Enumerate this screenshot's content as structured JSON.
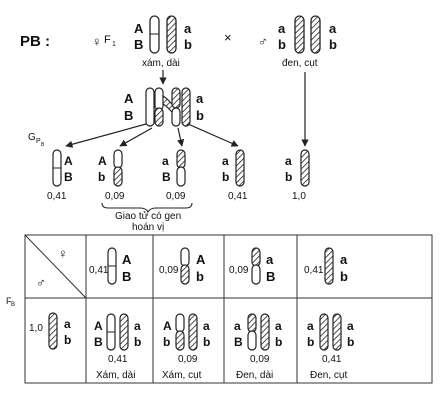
{
  "cross": {
    "label": "PB :",
    "female_symbol": "♀",
    "f1_label": "F",
    "f1_sub": "1",
    "cross_sign": "×",
    "male_symbol": "♂",
    "female_alleles_left": [
      "A",
      "B"
    ],
    "female_alleles_right": [
      "a",
      "b"
    ],
    "male_alleles_left": [
      "a",
      "b"
    ],
    "male_alleles_right": [
      "a",
      "b"
    ],
    "female_phenotype": "xám, dài",
    "male_phenotype": "đen, cụt"
  },
  "crossing_over": {
    "alleles_left": [
      "A",
      "B"
    ],
    "alleles_right": [
      "a",
      "b"
    ]
  },
  "gamete_label": {
    "main": "G",
    "sub": "P",
    "subsub": "B"
  },
  "gametes": [
    {
      "alleles": [
        "A",
        "B"
      ],
      "freq": "0,41"
    },
    {
      "alleles": [
        "A",
        "b"
      ],
      "freq": "0,09"
    },
    {
      "alleles": [
        "a",
        "B"
      ],
      "freq": "0,09"
    },
    {
      "alleles": [
        "a",
        "b"
      ],
      "freq": "0,41"
    },
    {
      "alleles": [
        "a",
        "b"
      ],
      "freq": "1,0"
    }
  ],
  "recombinant_note": [
    "Giao tử có gen",
    "hoán vị"
  ],
  "table": {
    "fb_label": "F",
    "fb_sub": "B",
    "female_symbol": "♀",
    "male_symbol": "♂",
    "male_freq": "1,0",
    "male_alleles": [
      "a",
      "b"
    ],
    "columns": [
      {
        "freq": "0,41",
        "alleles": [
          "A",
          "B"
        ]
      },
      {
        "freq": "0,09",
        "alleles": [
          "A",
          "b"
        ]
      },
      {
        "freq": "0,09",
        "alleles": [
          "a",
          "B"
        ]
      },
      {
        "freq": "0,41",
        "alleles": [
          "a",
          "b"
        ]
      }
    ],
    "offspring": [
      {
        "left": [
          "A",
          "B"
        ],
        "right": [
          "a",
          "b"
        ],
        "freq": "0,41",
        "phenotype": "Xám, dài"
      },
      {
        "left": [
          "A",
          "b"
        ],
        "right": [
          "a",
          "b"
        ],
        "freq": "0,09",
        "phenotype": "Xám, cụt"
      },
      {
        "left": [
          "a",
          "B"
        ],
        "right": [
          "a",
          "b"
        ],
        "freq": "0,09",
        "phenotype": "Đen, dài"
      },
      {
        "left": [
          "a",
          "b"
        ],
        "right": [
          "a",
          "b"
        ],
        "freq": "0,41",
        "phenotype": "Đen, cụt"
      }
    ]
  }
}
